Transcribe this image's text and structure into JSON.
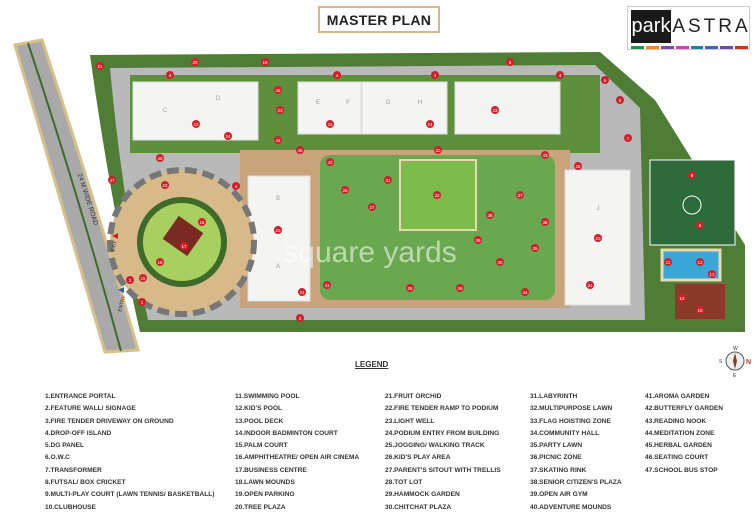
{
  "title": "MASTER PLAN",
  "logo": {
    "left": "park",
    "right": "ASTRA",
    "stripe_colors": [
      "#2e8b57",
      "#e08a3c",
      "#7a4fa0",
      "#c04fa0",
      "#2a7f8f",
      "#4466aa",
      "#6a4fa0",
      "#c0392b"
    ]
  },
  "map": {
    "road_label": "24 M WIDE ROAD",
    "entry_label": "ENTRY",
    "exit_label": "EXIT",
    "watermark": "square yards",
    "tower_labels": [
      "C",
      "D",
      "E",
      "F",
      "G",
      "H",
      "B",
      "A",
      "J"
    ],
    "markers": [
      "21",
      "20",
      "19",
      "4",
      "4",
      "4",
      "4",
      "4",
      "5",
      "5",
      "6",
      "7",
      "8",
      "9",
      "10",
      "11",
      "12",
      "13",
      "14",
      "15",
      "16",
      "17",
      "18",
      "2",
      "1",
      "3",
      "23",
      "23",
      "23",
      "23",
      "23",
      "24",
      "24",
      "24",
      "24",
      "24",
      "45",
      "44",
      "43",
      "40",
      "47",
      "22",
      "42",
      "26",
      "27",
      "31",
      "28",
      "29",
      "30",
      "32",
      "33",
      "34",
      "35",
      "36",
      "37",
      "38",
      "39",
      "41",
      "25",
      "46"
    ],
    "colors": {
      "lawn": "#6aa84f",
      "tree": "#3f6b2a",
      "building": "#f4f4f2",
      "paving": "#b9b9b9",
      "road": "#a9a9a9",
      "track": "#d8b98a",
      "court": "#2e6b3a",
      "pool": "#3aa7d8",
      "clubhouse": "#8b3a2a",
      "marker": "#d11f2b"
    }
  },
  "compass": {
    "n": "N",
    "s": "S",
    "e": "E",
    "w": "W"
  },
  "legend": {
    "title": "LEGEND",
    "columns": [
      [
        "1.ENTRANCE PORTAL",
        "2.FEATURE WALL/ SIGNAGE",
        "3.FIRE TENDER DRIVEWAY ON GROUND",
        "4.DROP-OFF ISLAND",
        "5.DG PANEL",
        "6.O.W.C",
        "7.TRANSFORMER",
        "8.FUTSAL/ BOX CRICKET",
        "9.MULTI-PLAY COURT (LAWN TENNIS/ BASKETBALL)",
        "10.CLUBHOUSE"
      ],
      [
        "11.SWIMMING POOL",
        "12.KID'S POOL",
        "13.POOL DECK",
        "14.INDOOR BADMINTON COURT",
        "15.PALM COURT",
        "16.AMPHITHEATRE/ OPEN AIR CINEMA",
        "17.BUSINESS CENTRE",
        "18.LAWN MOUNDS",
        "19.OPEN PARKING",
        "20.TREE PLAZA"
      ],
      [
        "21.FRUIT ORCHID",
        "22.FIRE TENDER RAMP TO PODIUM",
        "23.LIGHT WELL",
        "24.PODIUM ENTRY FROM BUILDING",
        "25.JOGGING/ WALKING TRACK",
        "26.KID'S PLAY AREA",
        "27.PARENT'S SITOUT WITH TRELLIS",
        "28.TOT LOT",
        "29.HAMMOCK GARDEN",
        "30.CHITCHAT PLAZA"
      ],
      [
        "31.LABYRINTH",
        "32.MULTIPURPOSE LAWN",
        "33.FLAG HOISTING ZONE",
        "34.COMMUNITY HALL",
        "35.PARTY LAWN",
        "36.PICNIC ZONE",
        "37.SKATING RINK",
        "38.SENIOR CITIZEN'S PLAZA",
        "39.OPEN AIR GYM",
        "40.ADVENTURE MOUNDS"
      ],
      [
        "41.AROMA GARDEN",
        "42.BUTTERFLY GARDEN",
        "43.READING NOOK",
        "44.MEDITATION ZONE",
        "45.HERBAL GARDEN",
        "46.SEATING COURT",
        "47.SCHOOL BUS STOP"
      ]
    ]
  }
}
